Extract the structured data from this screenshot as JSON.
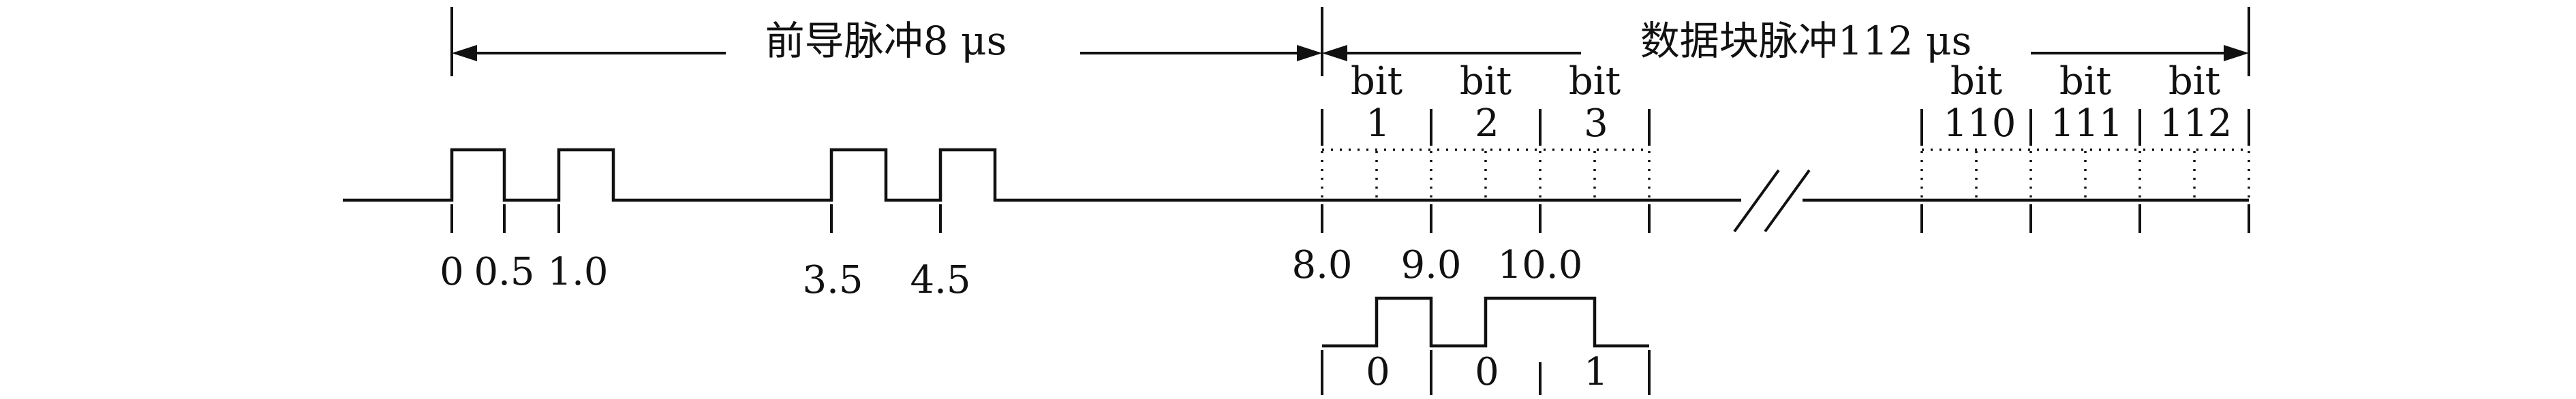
{
  "labels": {
    "preamble": "前导脉冲8 μs",
    "data_block": "数据块脉冲112 μs",
    "bit_word": "bit",
    "bit_1": "1",
    "bit_2": "2",
    "bit_3": "3",
    "bit_110": "110",
    "bit_111": "111",
    "bit_112": "112"
  },
  "time_ticks": {
    "t0": "0",
    "t05": "0.5",
    "t10": "1.0",
    "t35": "3.5",
    "t45": "4.5",
    "t80": "8.0",
    "t90": "9.0",
    "t100": "10.0"
  },
  "example_bits": {
    "b1": "0",
    "b2": "0",
    "b3": "1"
  }
}
